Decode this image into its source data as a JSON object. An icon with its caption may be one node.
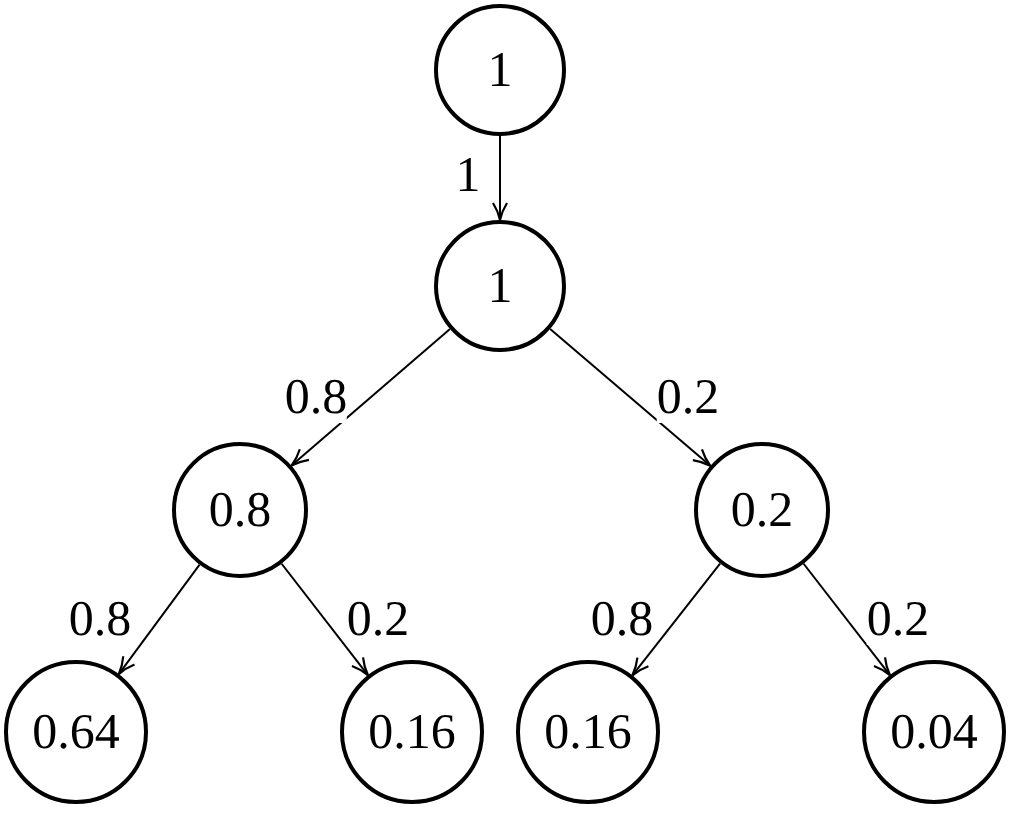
{
  "diagram": {
    "nodes": [
      {
        "text": [
          "1"
        ]
      },
      {
        "text": [
          "1"
        ]
      },
      {
        "text": [
          "0.8"
        ]
      },
      {
        "text": [
          "0.2"
        ]
      },
      {
        "text": [
          "0.64"
        ]
      },
      {
        "text": [
          "0.16"
        ]
      },
      {
        "text": [
          "0.16"
        ]
      },
      {
        "text": [
          "0.04"
        ]
      }
    ],
    "edges": [
      {
        "from": 0,
        "to": 1,
        "arrow": "to",
        "label": "1"
      },
      {
        "from": 1,
        "to": 2,
        "arrow": "to",
        "label": "0.8"
      },
      {
        "from": 1,
        "to": 3,
        "arrow": "to",
        "label": "0.2"
      },
      {
        "from": 2,
        "to": 4,
        "arrow": "to",
        "label": "0.8"
      },
      {
        "from": 2,
        "to": 5,
        "arrow": "to",
        "label": "0.2"
      },
      {
        "from": 3,
        "to": 6,
        "arrow": "to",
        "label": "0.8"
      },
      {
        "from": 3,
        "to": 7,
        "arrow": "to",
        "label": "0.2"
      }
    ]
  }
}
